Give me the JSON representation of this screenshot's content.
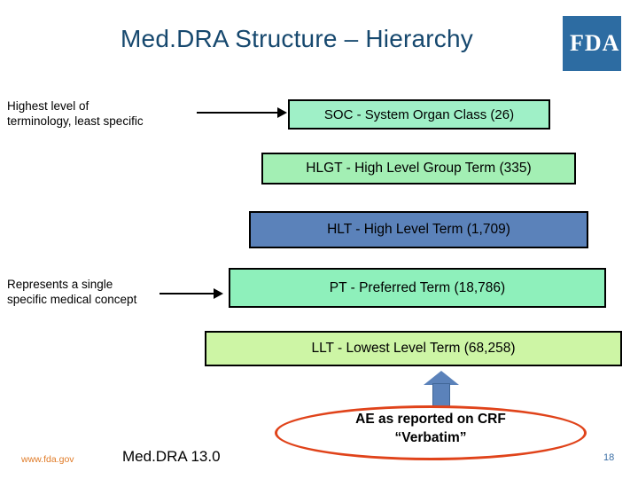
{
  "slide": {
    "title": "Med.DRA Structure – Hierarchy",
    "logo": {
      "text": "FDA",
      "color": "#2d6ca2"
    },
    "annotations": [
      {
        "name": "top",
        "text": "Highest level of\nterminology, least specific"
      },
      {
        "name": "middle",
        "text": "Represents a single\nspecific medical concept"
      }
    ],
    "hierarchy": [
      {
        "key": "soc",
        "label": "SOC - System Organ Class (26)",
        "color": "#9ff0c7"
      },
      {
        "key": "hlgt",
        "label": "HLGT - High Level Group Term (335)",
        "color": "#a3efb4"
      },
      {
        "key": "hlt",
        "label": "HLT - High Level Term (1,709)",
        "color": "#5b82ba"
      },
      {
        "key": "pt",
        "label": "PT - Preferred Term (18,786)",
        "color": "#8ef0bb"
      },
      {
        "key": "llt",
        "label": "LLT - Lowest Level Term (68,258)",
        "color": "#cdf5a5"
      }
    ],
    "callout": {
      "line1": "AE as reported on CRF",
      "line2": "“Verbatim”",
      "outline_color": "#e0431a"
    },
    "footer": {
      "url": "www.fda.gov",
      "center": "Med.DRA 13.0",
      "page": "18"
    }
  }
}
